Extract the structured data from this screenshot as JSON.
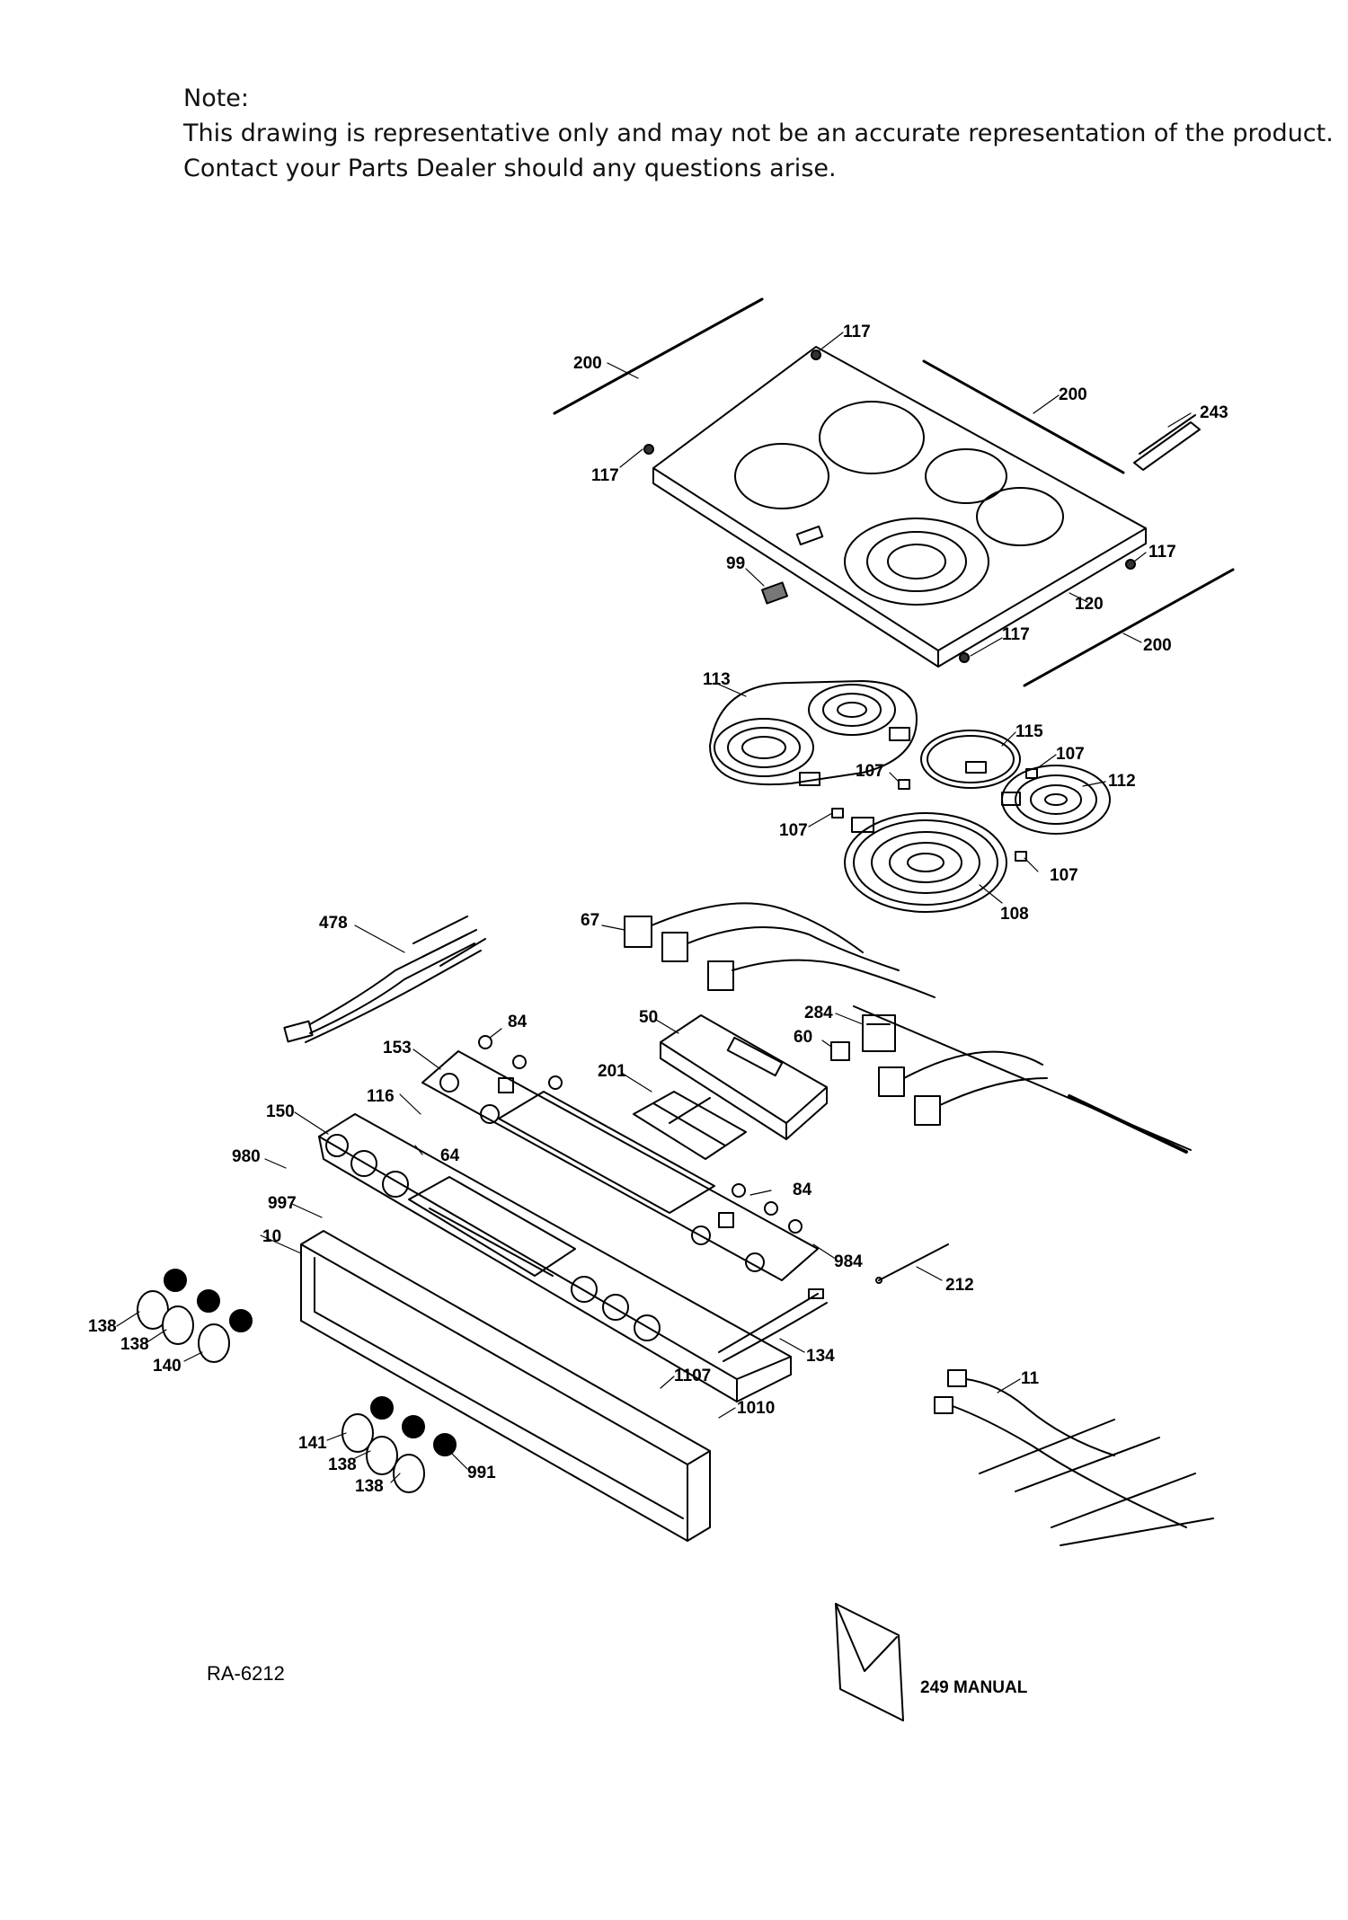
{
  "note": {
    "heading": "Note:",
    "line1": "This drawing is representative only and may not be an accurate representation of the product.",
    "line2": "Contact your Parts Dealer should any questions arise."
  },
  "drawing_code": "RA-6212",
  "manual_label": "249 MANUAL",
  "part_labels": {
    "p200a": "200",
    "p117a": "117",
    "p200b": "200",
    "p243": "243",
    "p117b": "117",
    "p117c": "117",
    "p99": "99",
    "p120": "120",
    "p117d": "117",
    "p200c": "200",
    "p113": "113",
    "p115": "115",
    "p107a": "107",
    "p107b": "107",
    "p112": "112",
    "p107c": "107",
    "p107d": "107",
    "p108": "108",
    "p67": "67",
    "p478": "478",
    "p84a": "84",
    "p50": "50",
    "p284": "284",
    "p60": "60",
    "p153": "153",
    "p201": "201",
    "p116": "116",
    "p150": "150",
    "p64": "64",
    "p980": "980",
    "p84b": "84",
    "p997": "997",
    "p10": "10",
    "p984": "984",
    "p212": "212",
    "p138a": "138",
    "p138b": "138",
    "p140": "140",
    "p134": "134",
    "p1107": "1107",
    "p11": "11",
    "p1010": "1010",
    "p141": "141",
    "p138c": "138",
    "p138d": "138",
    "p991": "991"
  }
}
